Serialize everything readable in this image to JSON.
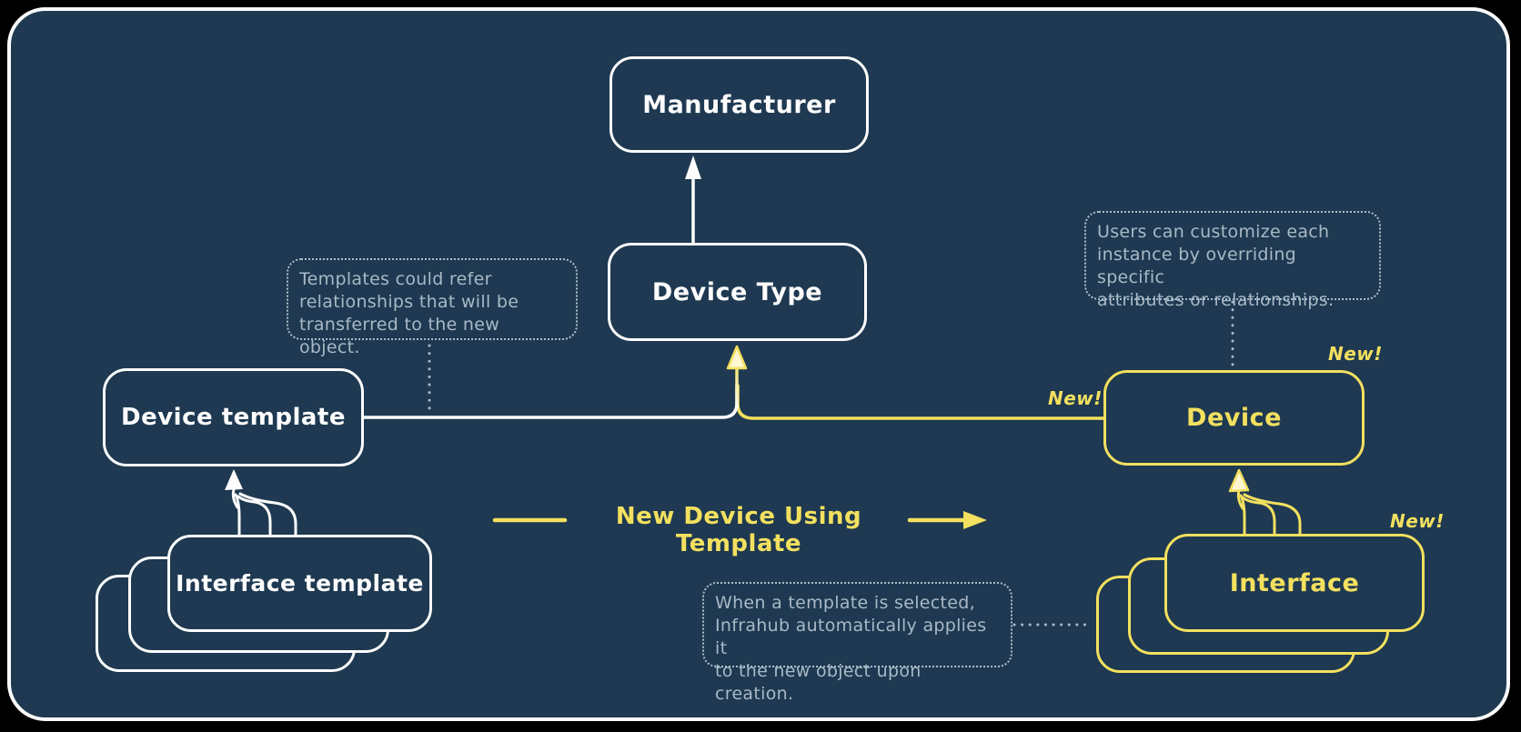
{
  "colors": {
    "background": "#000000",
    "surface": "#1e3951",
    "ink": "#ffffff",
    "accent_yellow": "#f3e05f",
    "note_text": "#a9b9c6"
  },
  "nodes": {
    "manufacturer": {
      "label": "Manufacturer"
    },
    "device_type": {
      "label": "Device Type"
    },
    "device_template": {
      "label": "Device template"
    },
    "interface_template": {
      "label": "Interface template"
    },
    "device": {
      "label": "Device",
      "badge_top": "New!",
      "badge_left": "New!"
    },
    "interface": {
      "label": "Interface",
      "badge": "New!"
    }
  },
  "annotations": {
    "templates_note": {
      "lines": [
        "Templates could refer",
        "relationships that will be",
        "transferred to the new object."
      ]
    },
    "customize_note": {
      "lines": [
        "Users can customize each",
        "instance by overriding specific",
        "attributes or relationships."
      ]
    },
    "apply_note": {
      "lines": [
        "When a template is selected,",
        "Infrahub automatically applies it",
        "to the new object upon creation."
      ]
    }
  },
  "flow": {
    "label": "New Device Using Template"
  }
}
